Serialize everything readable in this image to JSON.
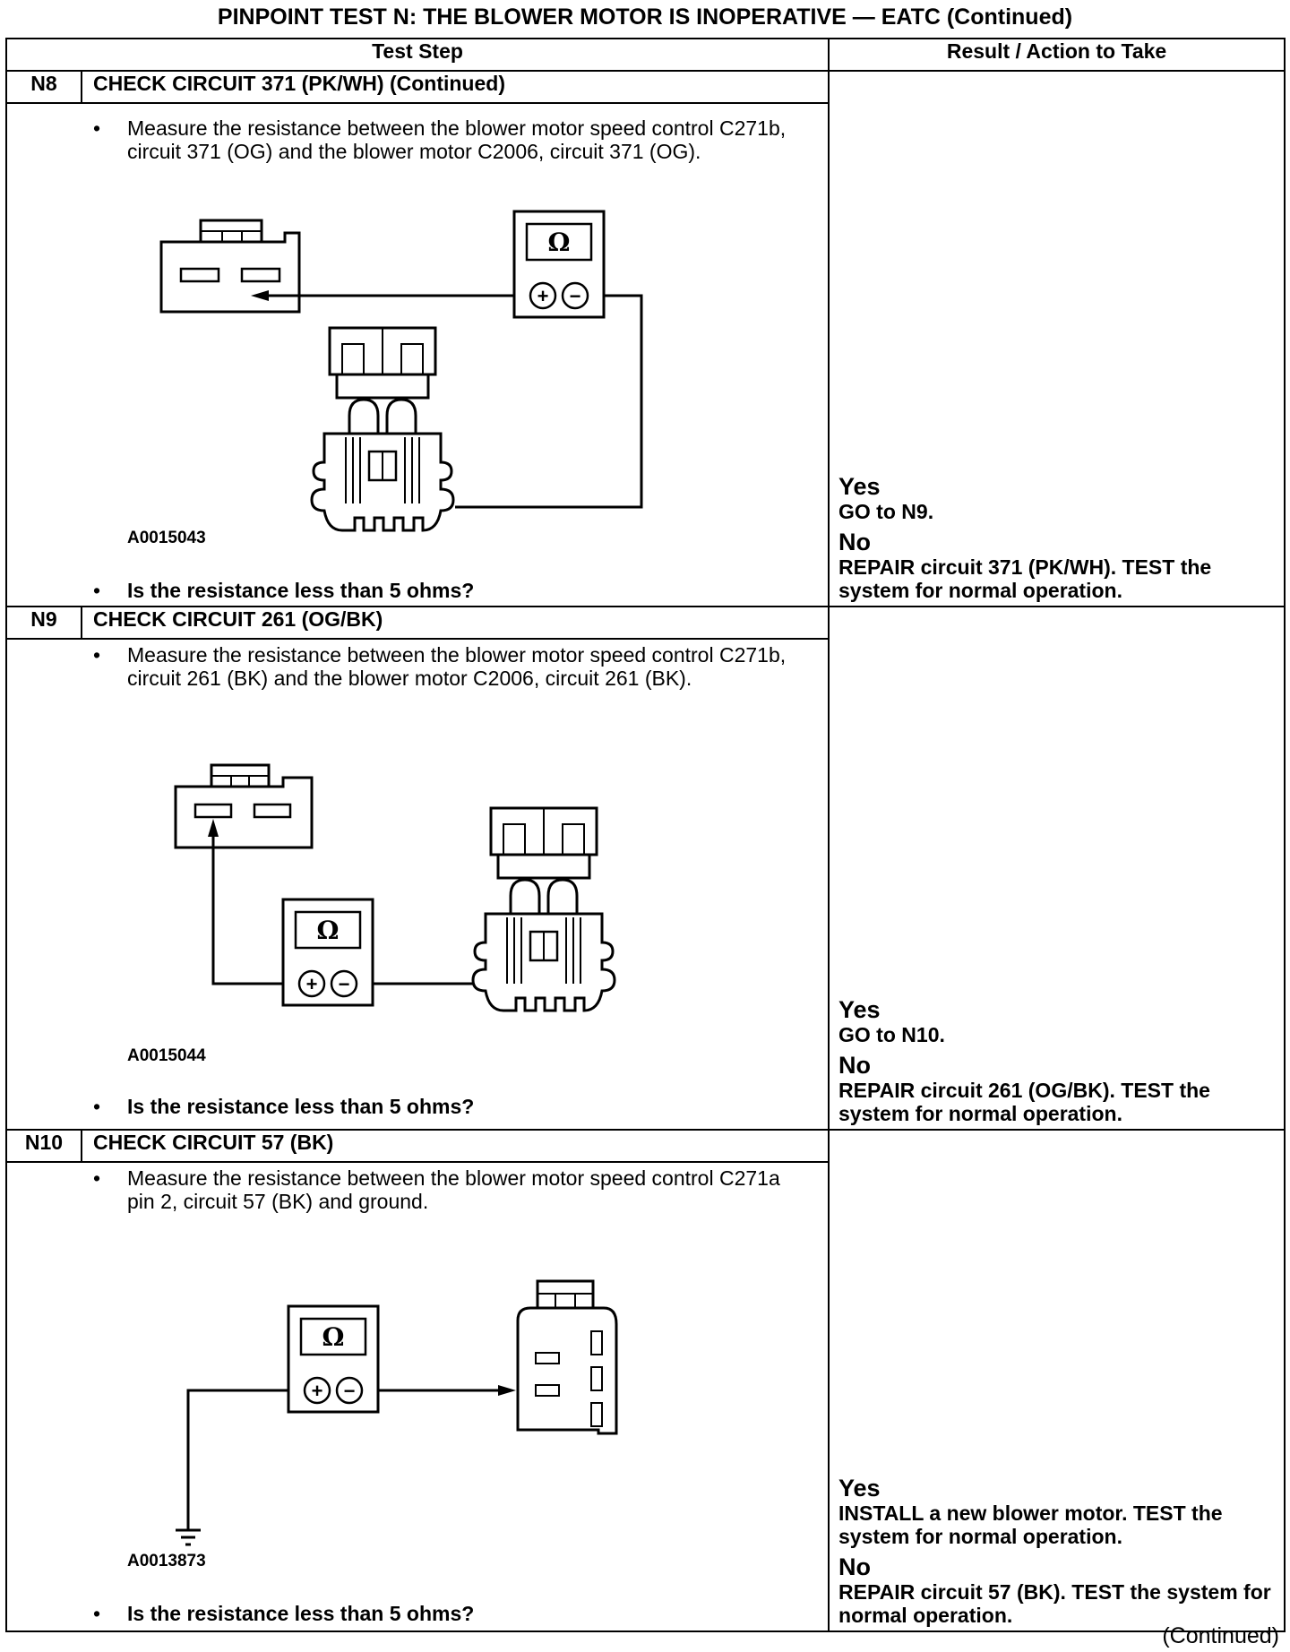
{
  "page_title": "PINPOINT TEST N: THE BLOWER MOTOR IS INOPERATIVE — EATC (Continued)",
  "columns": {
    "test_step": "Test Step",
    "result": "Result / Action to Take"
  },
  "ohm_symbol": "Ω",
  "plus": "+",
  "minus": "−",
  "steps": [
    {
      "id": "N8",
      "title": "CHECK CIRCUIT 371 (PK/WH) (Continued)",
      "instruction": "Measure the resistance between the blower motor speed control C271b, circuit 371 (OG) and the blower motor C2006, circuit 371 (OG).",
      "figure_id": "A0015043",
      "question": "Is the resistance less than 5 ohms?",
      "yes_label": "Yes",
      "yes_pre": "GO to ",
      "yes_ref": "N9",
      "yes_post": ".",
      "no_label": "No",
      "no_text": "REPAIR circuit 371 (PK/WH). TEST the system for normal operation."
    },
    {
      "id": "N9",
      "title": "CHECK CIRCUIT 261 (OG/BK)",
      "instruction": "Measure the resistance between the blower motor speed control C271b, circuit 261 (BK) and the blower motor C2006, circuit 261 (BK).",
      "figure_id": "A0015044",
      "question": "Is the resistance less than 5 ohms?",
      "yes_label": "Yes",
      "yes_pre": "GO to ",
      "yes_ref": "N10",
      "yes_post": ".",
      "no_label": "No",
      "no_pre": "REPAIR circuit 261 (OG/BK). ",
      "no_bold": "TEST",
      "no_post": " the system for normal operation."
    },
    {
      "id": "N10",
      "title": "CHECK CIRCUIT 57 (BK)",
      "instruction": "Measure the resistance between the blower motor speed control C271a pin 2, circuit 57 (BK) and ground.",
      "figure_id": "A0013873",
      "question": "Is the resistance less than 5 ohms?",
      "yes_label": "Yes",
      "yes_text": "INSTALL a new blower motor. TEST the system for normal operation.",
      "no_label": "No",
      "no_text": "REPAIR circuit 57 (BK). TEST the system for normal operation."
    }
  ],
  "continued": "(Continued)"
}
